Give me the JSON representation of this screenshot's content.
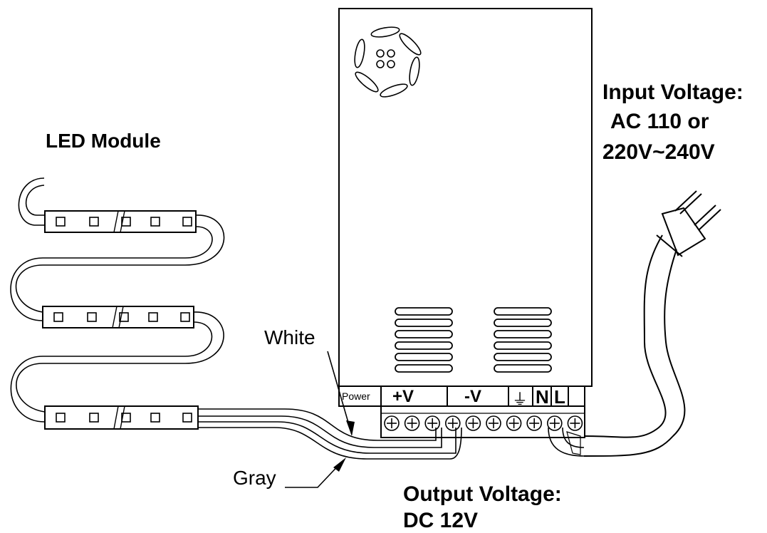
{
  "labels": {
    "led_module": "LED Module",
    "input_voltage_title": "Input Voltage:",
    "input_voltage_line2": "AC 110 or",
    "input_voltage_line3": "220V~240V",
    "output_voltage_title": "Output Voltage:",
    "output_voltage_value": "DC 12V",
    "white_wire": "White",
    "gray_wire": "Gray"
  },
  "terminal_block": {
    "power_label": "Power",
    "positive_label": "+V",
    "negative_label": "-V",
    "ground_symbol": "⏚",
    "neutral_label": "N",
    "live_label": "L"
  },
  "colors": {
    "line": "#000000",
    "background": "#ffffff"
  }
}
